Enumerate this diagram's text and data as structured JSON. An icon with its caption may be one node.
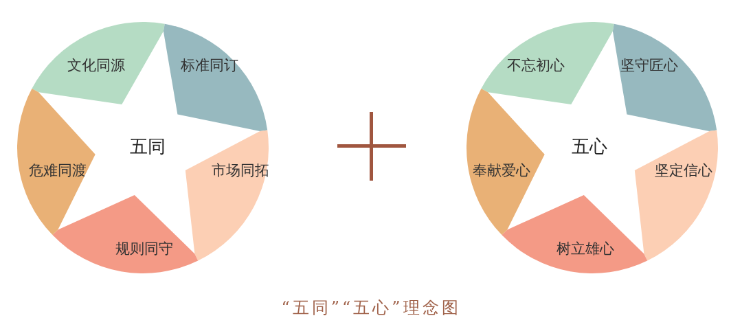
{
  "diagram": {
    "caption": "“五同”“五心”理念图",
    "nodes": [
      {
        "text": [
          "文化同源"
        ]
      },
      {
        "text": [
          "标准同订"
        ]
      },
      {
        "text": [
          "市场同拓"
        ]
      },
      {
        "text": [
          "规则同守"
        ]
      },
      {
        "text": [
          "危难同渡"
        ]
      },
      {
        "text": [
          "五同"
        ]
      },
      {
        "text": [
          "不忘初心"
        ]
      },
      {
        "text": [
          "坚守匠心"
        ]
      },
      {
        "text": [
          "坚定信心"
        ]
      },
      {
        "text": [
          "树立雄心"
        ]
      },
      {
        "text": [
          "奉献爱心"
        ]
      },
      {
        "text": [
          "五心"
        ]
      }
    ]
  }
}
